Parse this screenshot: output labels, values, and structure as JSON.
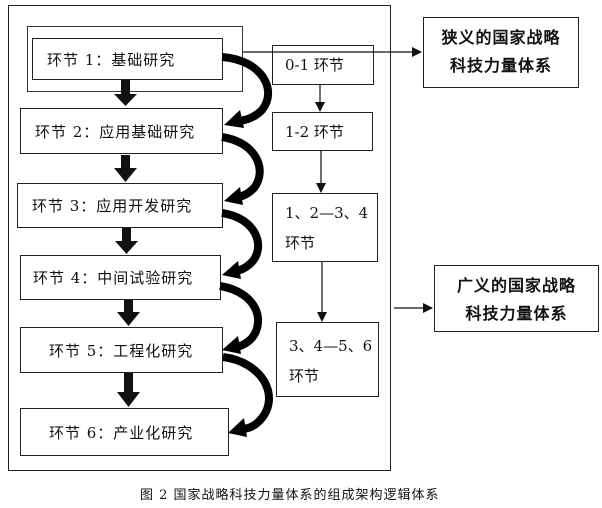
{
  "figure": {
    "caption": "图 2   国家战略科技力量体系的组成架构逻辑体系"
  },
  "stages": [
    {
      "label": "环节 1：基础研究"
    },
    {
      "label": "环节 2：应用基础研究"
    },
    {
      "label": "环节 3：应用开发研究"
    },
    {
      "label": "环节 4：中间试验研究"
    },
    {
      "label": "环节 5：工程化研究"
    },
    {
      "label": "环节 6：产业化研究"
    }
  ],
  "segments": [
    {
      "line1": "0-1 环节",
      "line2": ""
    },
    {
      "line1": "1-2 环节",
      "line2": ""
    },
    {
      "line1": "1、2—3、4",
      "line2": "环节"
    },
    {
      "line1": "3、4—5、6",
      "line2": "环节"
    }
  ],
  "systems": {
    "narrow": {
      "line1": "狭义的国家战略",
      "line2": "科技力量体系"
    },
    "broad": {
      "line1": "广义的国家战略",
      "line2": "科技力量体系"
    }
  },
  "colors": {
    "stroke": "#222222",
    "arrow_fill": "#000000",
    "background": "#ffffff"
  }
}
